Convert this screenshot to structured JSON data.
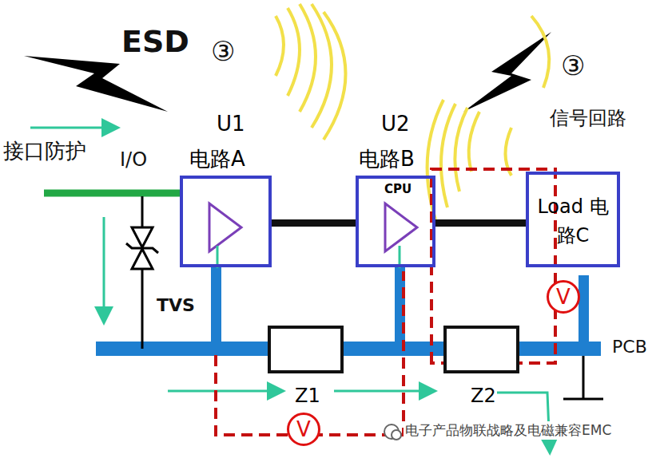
{
  "diagram": {
    "nodes": [
      {
        "text": [
          "U1",
          "电路A"
        ]
      },
      {
        "text": [
          "U2",
          "电路B",
          "CPU"
        ]
      },
      {
        "text": [
          "Load 电路C"
        ]
      },
      {
        "text": [
          "Z1"
        ]
      },
      {
        "text": [
          "Z2"
        ]
      },
      {
        "text": [
          "V"
        ]
      },
      {
        "text": [
          "V"
        ]
      }
    ],
    "edges": [
      {
        "from": 0,
        "to": 1,
        "arrow": "none"
      },
      {
        "from": 1,
        "to": 2,
        "arrow": "none"
      }
    ],
    "labels": [
      "ESD",
      "③",
      "③",
      "信号回路",
      "接口防护",
      "I/O",
      "TVS",
      "PCB",
      "电子产品物联战略及电磁兼容EMC"
    ]
  }
}
